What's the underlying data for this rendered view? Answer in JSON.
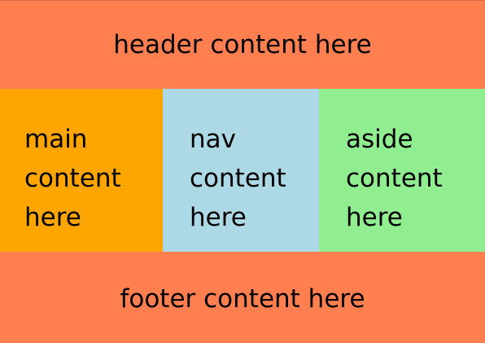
{
  "header": {
    "text": "header content here"
  },
  "columns": [
    {
      "id": "main",
      "lines": [
        "main",
        "content",
        "here"
      ]
    },
    {
      "id": "nav",
      "lines": [
        "nav",
        "content",
        "here"
      ]
    },
    {
      "id": "aside",
      "lines": [
        "aside",
        "content",
        "here"
      ]
    }
  ],
  "footer": {
    "text": "footer content here"
  },
  "colors": {
    "header_footer": "#ff7f50",
    "main": "#ffa500",
    "nav": "#add8e6",
    "aside": "#90ee90"
  }
}
